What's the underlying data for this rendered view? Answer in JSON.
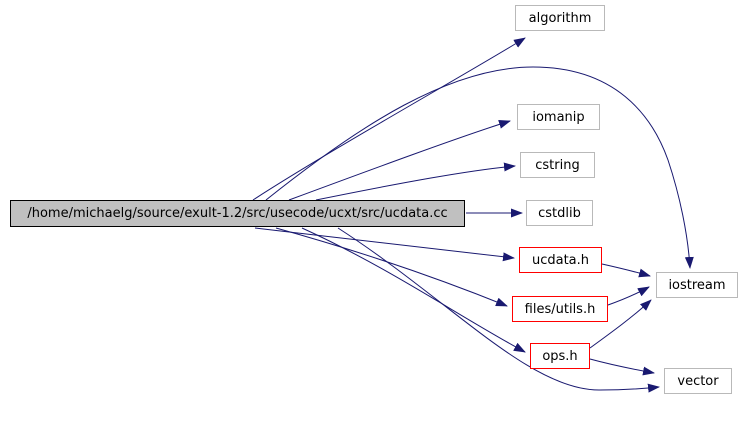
{
  "graph_type": "include-dependency-graph",
  "nodes": [
    {
      "id": "main",
      "label": "/home/michaelg/source/exult-1.2/src/usecode/ucxt/src/ucdata.cc",
      "type": "source-file"
    },
    {
      "id": "algorithm",
      "label": "algorithm",
      "type": "system-header"
    },
    {
      "id": "iomanip",
      "label": "iomanip",
      "type": "system-header"
    },
    {
      "id": "cstring",
      "label": "cstring",
      "type": "system-header"
    },
    {
      "id": "cstdlib",
      "label": "cstdlib",
      "type": "system-header"
    },
    {
      "id": "ucdata-h",
      "label": "ucdata.h",
      "type": "linked-header"
    },
    {
      "id": "files-utils-h",
      "label": "files/utils.h",
      "type": "linked-header"
    },
    {
      "id": "ops-h",
      "label": "ops.h",
      "type": "linked-header"
    },
    {
      "id": "iostream",
      "label": "iostream",
      "type": "system-header"
    },
    {
      "id": "vector",
      "label": "vector",
      "type": "system-header"
    }
  ],
  "edges": [
    {
      "from": "main",
      "to": "algorithm"
    },
    {
      "from": "main",
      "to": "iostream"
    },
    {
      "from": "main",
      "to": "iomanip"
    },
    {
      "from": "main",
      "to": "cstring"
    },
    {
      "from": "main",
      "to": "cstdlib"
    },
    {
      "from": "main",
      "to": "ucdata-h"
    },
    {
      "from": "main",
      "to": "files-utils-h"
    },
    {
      "from": "main",
      "to": "ops-h"
    },
    {
      "from": "main",
      "to": "vector"
    },
    {
      "from": "ucdata-h",
      "to": "iostream"
    },
    {
      "from": "files-utils-h",
      "to": "iostream"
    },
    {
      "from": "ops-h",
      "to": "iostream"
    },
    {
      "from": "ops-h",
      "to": "vector"
    }
  ],
  "colors": {
    "edge": "#191970",
    "node_border": "#b9b9b9",
    "linked_border": "#ff0000",
    "main_fill": "#c0c0c0",
    "node_fill": "#ffffff",
    "text": "#000000",
    "bg": "#ffffff"
  }
}
